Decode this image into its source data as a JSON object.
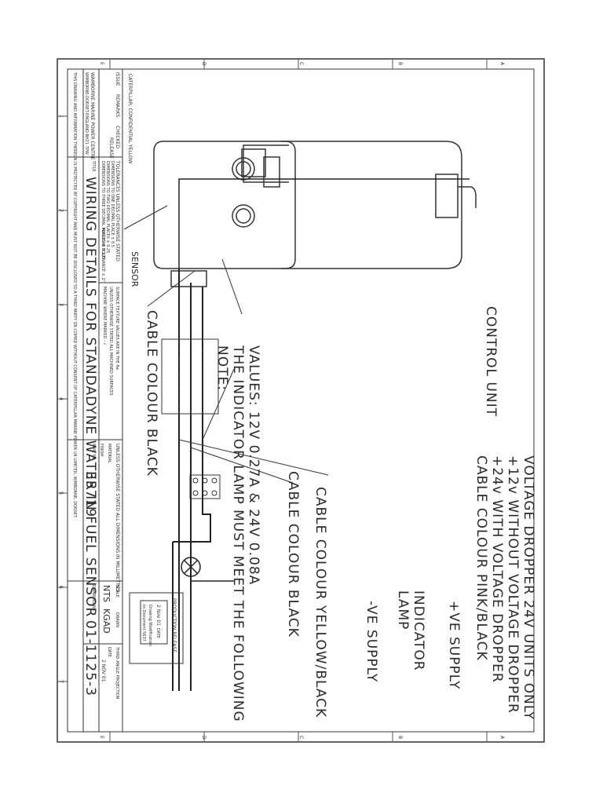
{
  "labels": {
    "confidential": "CATERPILLAR: CONFIDENTIAL YELLOW",
    "voltage_dropper_title": "VOLTAGE DROPPER 24V UNITS ONLY",
    "plus12": "+12v WITHOUT VOLTAGE DROPPER",
    "plus24": "+24v WITH VOLTAGE DROPPER",
    "cable_pink_black": "CABLE COLOUR PINK/BLACK",
    "control_unit": "CONTROL UNIT",
    "sensor": "SENSOR",
    "cable_black_1": "CABLE COLOUR BLACK",
    "cable_yellow_black": "CABLE COLOUR YELLOW/BLACK",
    "cable_black_2": "CABLE COLOUR BLACK",
    "indicator_lamp_1": "INDICATOR",
    "indicator_lamp_2": "LAMP",
    "plus_ve": "+VE SUPPLY",
    "minus_ve": "-VE SUPPLY",
    "note_title": "NOTE:",
    "note_line1": "THE INDICATOR LAMP MUST MEET THE FOLLOWING",
    "note_line2": "VALUES: 12V 0.27A & 24V 0.08A"
  },
  "production_release": {
    "heading": "PRODUCTION RELEASE",
    "date": "2 Nov 01",
    "date_label": "DATE",
    "note1": "Drawing Modification",
    "note2": "to Document 5637"
  },
  "title_block": {
    "company": "WAMBORNE MARINE POWER CENTRE",
    "address": "WIMBORNE-DORSET-ENGLAND-BH21 7PW",
    "title_label": "TITLE",
    "title": "WIRING DETAILS FOR STANDADYNE WATER IN FUEL SENSOR",
    "part_no_label": "PART No.",
    "part_no": "35719",
    "drawing_no_label": "DRAWING No.",
    "drawing_no": "01-1125-3",
    "scale_label": "SCALE",
    "scale": "NTS",
    "drawn_label": "DRAWN",
    "drawn": "KGAD",
    "date_label": "DATE",
    "date": "2 NOV 01",
    "projection": "THIRD ANGLE PROJECTION",
    "finish_label": "FINISH",
    "material_label": "MATERIAL",
    "dims_note": "UNLESS OTHERWISE STATED ALL DIMENSIONS IN MILLIMETRES",
    "tol_heading": "TOLERANCES UNLESS OTHERWISE STATED",
    "tol1": "DIMENSIONS TO ONE DECIMAL PLACE ± 0.5",
    "tol2": "DIMENSIONS TO TWO DECIMAL PLACES ± 0.25",
    "tol3": "DIMENSIONS TO THREE DECIMAL PLACES ± 0.125",
    "tol4": "ANGULAR TOLERANCE ± 2°",
    "surface1": "SURFACE TEXTURE VALUES ARE IN THE Ra",
    "surface2": "UNLESS OTHERWISE STATED ALL MACHINED SURFACES",
    "surface3": "MACHINE WHERE MARKED - √",
    "issue_label": "ISSUE",
    "remarks_label": "REMARKS",
    "checked_label": "CHECKED",
    "release_label": "RELEASE",
    "copyright": "THIS DRAWING AND INFORMATION THEREON IS PROTECTED BY COPYRIGHT AND MUST NOT BE DISCLOSED TO A THIRD PARTY OR COPIED WITHOUT CONSENT OF CATERPILLAR MARINE POWER UK LIMITED, WIMBORNE, DORSET."
  },
  "grid_refs": {
    "rows": [
      "A",
      "B",
      "C",
      "D",
      "E"
    ],
    "cols": [
      "1",
      "2",
      "3",
      "4",
      "5",
      "6",
      "7"
    ]
  }
}
